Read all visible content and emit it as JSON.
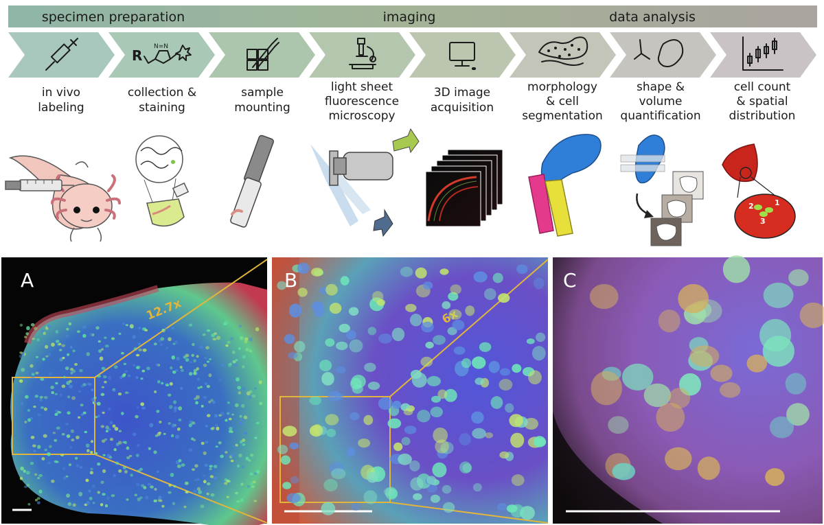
{
  "phases": [
    {
      "id": "specimen",
      "label": "specimen preparation"
    },
    {
      "id": "imaging",
      "label": "imaging"
    },
    {
      "id": "analysis",
      "label": "data analysis"
    }
  ],
  "steps": [
    {
      "icon": "syringe-icon",
      "lines": [
        "in vivo",
        "labeling"
      ],
      "color": "#a8c8bd"
    },
    {
      "icon": "click-chemistry-icon",
      "lines": [
        "collection &",
        "staining"
      ],
      "color": "#a9c9b6"
    },
    {
      "icon": "sample-mounting-icon",
      "lines": [
        "sample",
        "mounting"
      ],
      "color": "#acc6ad"
    },
    {
      "icon": "microscope-icon",
      "lines": [
        "light sheet",
        "fluorescence",
        "microscopy"
      ],
      "color": "#b4c6ad"
    },
    {
      "icon": "monitor-icon",
      "lines": [
        "3D image",
        "acquisition"
      ],
      "color": "#bcc5b0"
    },
    {
      "icon": "cells-icon",
      "lines": [
        "morphology",
        "& cell",
        "segmentation"
      ],
      "color": "#c2c5b8"
    },
    {
      "icon": "shape-quantification-icon",
      "lines": [
        "shape &",
        "volume",
        "quantification"
      ],
      "color": "#c6c4bf"
    },
    {
      "icon": "box-plot-icon",
      "lines": [
        "cell count",
        "& spatial",
        "distribution"
      ],
      "color": "#c9c3c5"
    }
  ],
  "illustrations": {
    "cell_labels": [
      "1",
      "2",
      "3"
    ]
  },
  "panels": [
    {
      "letter": "A",
      "zoom": "12.7x"
    },
    {
      "letter": "B",
      "zoom": "6x"
    },
    {
      "letter": "C",
      "zoom": ""
    }
  ],
  "colors": {
    "phase_start": "#8fb3a6",
    "phase_end": "#a9a39f",
    "zoom_box": "#e2b63b",
    "nuclei_blue": "#4a5bd4",
    "nuclei_green": "#74e6a8",
    "nuclei_red": "#d4433a"
  }
}
